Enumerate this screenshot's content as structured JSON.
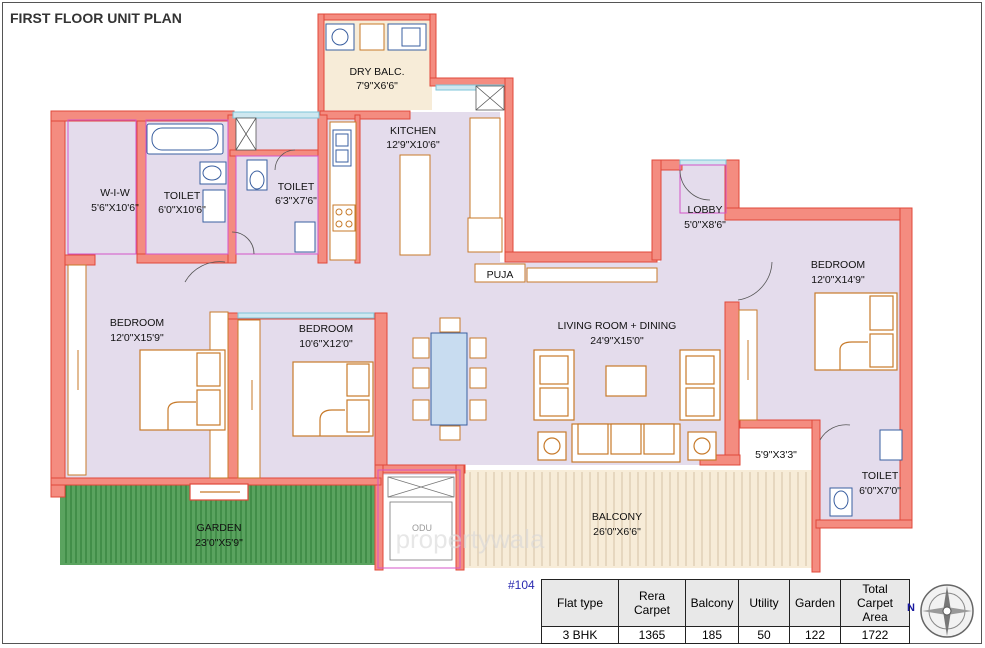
{
  "title": "FIRST FLOOR UNIT PLAN",
  "unit_number": "#104",
  "watermark": "propertywala",
  "rooms": {
    "dry_balcony": {
      "name": "DRY BALC.",
      "size": "7'9\"X6'6\""
    },
    "kitchen": {
      "name": "KITCHEN",
      "size": "12'9\"X10'6\""
    },
    "wiw": {
      "name": "W-I-W",
      "size": "5'6\"X10'6\""
    },
    "toilet1": {
      "name": "TOILET",
      "size": "6'0\"X10'6\""
    },
    "toilet2": {
      "name": "TOILET",
      "size": "6'3\"X7'6\""
    },
    "lobby": {
      "name": "LOBBY",
      "size": "5'0\"X8'6\""
    },
    "puja": {
      "name": "PUJA"
    },
    "bedroom_right": {
      "name": "BEDROOM",
      "size": "12'0\"X14'9\""
    },
    "bedroom_left": {
      "name": "BEDROOM",
      "size": "12'0\"X15'9\""
    },
    "bedroom_mid": {
      "name": "BEDROOM",
      "size": "10'6\"X12'0\""
    },
    "living": {
      "name": "LIVING ROOM + DINING",
      "size": "24'9\"X15'0\""
    },
    "ledge": {
      "size": "5'9\"X3'3\""
    },
    "toilet3": {
      "name": "TOILET",
      "size": "6'0\"X7'0\""
    },
    "garden": {
      "name": "GARDEN",
      "size": "23'0\"X5'9\""
    },
    "balcony": {
      "name": "BALCONY",
      "size": "26'0\"X6'6\""
    },
    "odu": {
      "name": "ODU"
    }
  },
  "table": {
    "headers": [
      "Flat type",
      "Rera Carpet",
      "Balcony",
      "Utility",
      "Garden",
      "Total Carpet Area"
    ],
    "row": [
      "3 BHK",
      "1365",
      "185",
      "50",
      "122",
      "1722"
    ]
  },
  "compass": {
    "label": "N"
  },
  "colors": {
    "wall": "#f48c80",
    "wall_stroke": "#e0483a",
    "floor": "#e4dcec",
    "furniture": "#c77a2a",
    "garden": "#2e8b3a",
    "balcony_floor": "#f7ecd8",
    "window": "#7ec4d8"
  }
}
